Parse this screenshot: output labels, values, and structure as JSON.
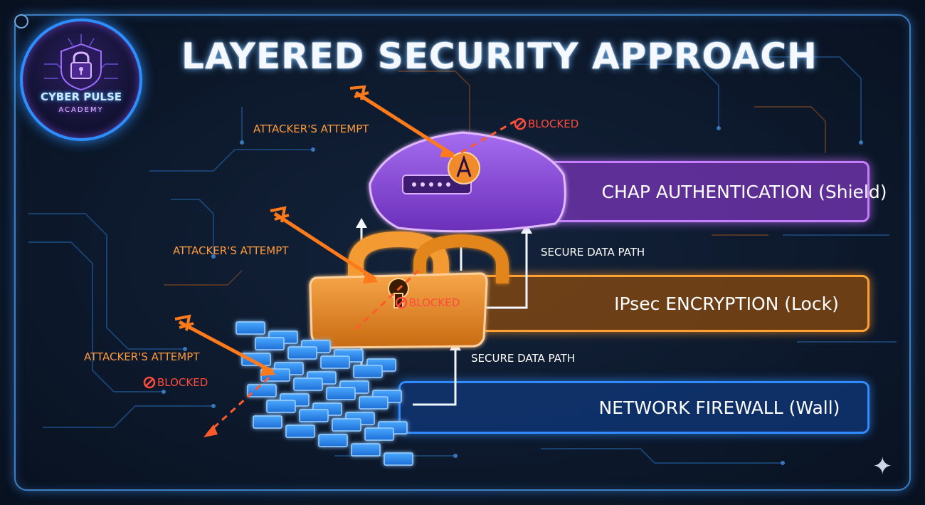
{
  "title": "LAYERED SECURITY APPROACH",
  "logo": {
    "name": "CYBER PULSE",
    "subtitle": "ACADEMY",
    "icon": "padlock-circuit-icon"
  },
  "layers": [
    {
      "label": "CHAP AUTHENTICATION (Shield)",
      "icon": "shield-icon",
      "color": "#b05cf0"
    },
    {
      "label": "IPsec ENCRYPTION (Lock)",
      "icon": "padlock-icon",
      "color": "#ff9426"
    },
    {
      "label": "NETWORK FIREWALL (Wall)",
      "icon": "brick-wall-icon",
      "color": "#2f8bff"
    }
  ],
  "attack_label": "ATTACKER'S ATTEMPT",
  "blocked_label": "BLOCKED",
  "secure_path_label": "SECURE DATA PATH",
  "colors": {
    "background": "#0a1424",
    "frame": "#3d7fc0",
    "attack": "#ff7a1a",
    "blocked": "#ff4a3c",
    "title_glow": "#78beff"
  }
}
